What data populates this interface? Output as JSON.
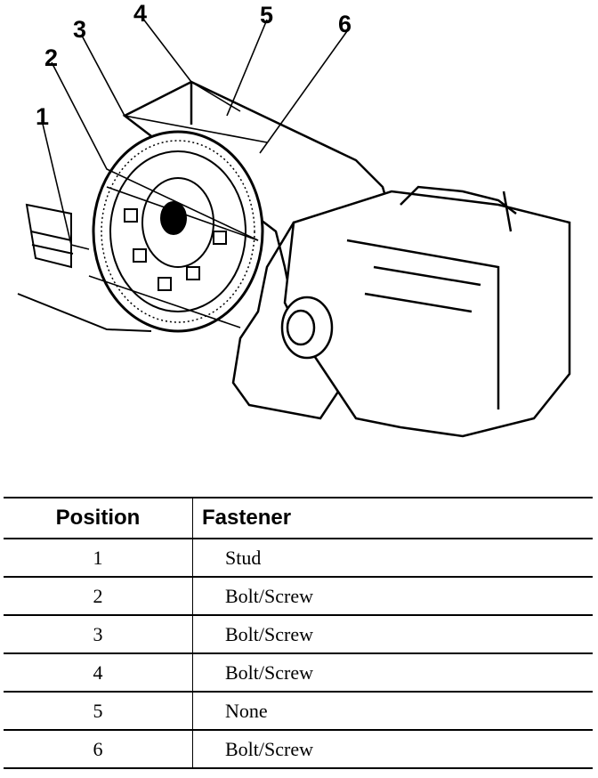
{
  "diagram": {
    "callouts": [
      "1",
      "2",
      "3",
      "4",
      "5",
      "6"
    ]
  },
  "table": {
    "headers": [
      "Position",
      "Fastener"
    ],
    "rows": [
      {
        "position": "1",
        "fastener": "Stud"
      },
      {
        "position": "2",
        "fastener": "Bolt/Screw"
      },
      {
        "position": "3",
        "fastener": "Bolt/Screw"
      },
      {
        "position": "4",
        "fastener": "Bolt/Screw"
      },
      {
        "position": "5",
        "fastener": "None"
      },
      {
        "position": "6",
        "fastener": "Bolt/Screw"
      }
    ]
  }
}
